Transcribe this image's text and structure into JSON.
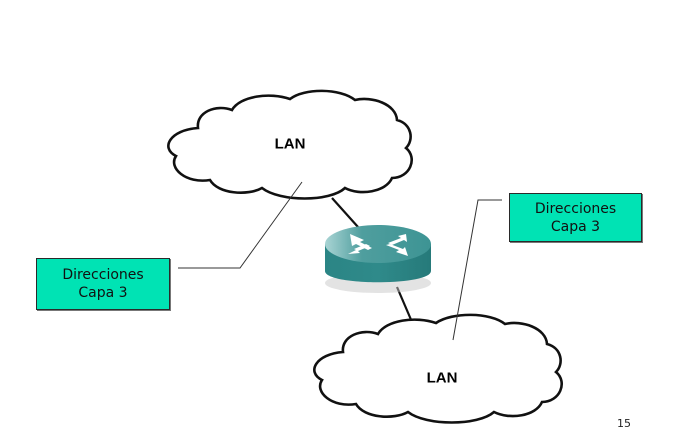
{
  "diagram": {
    "title": "",
    "nodes": [
      {
        "id": "lan-top",
        "type": "cloud",
        "label": "LAN"
      },
      {
        "id": "router",
        "type": "router",
        "label": ""
      },
      {
        "id": "lan-bottom",
        "type": "cloud",
        "label": "LAN"
      }
    ],
    "edges": [
      {
        "from": "lan-top",
        "to": "router"
      },
      {
        "from": "router",
        "to": "lan-bottom"
      }
    ],
    "callouts": [
      {
        "id": "callout-left",
        "line1": "Direcciones",
        "line2": "Capa 3",
        "points_to": "lan-top"
      },
      {
        "id": "callout-right",
        "line1": "Direcciones",
        "line2": "Capa 3",
        "points_to": "lan-bottom"
      }
    ],
    "colors": {
      "callout_fill": "#00e3b4",
      "router_body": "#2f8c8c",
      "router_top": "#4fa9a9"
    }
  },
  "slide": {
    "page_number": "15"
  }
}
